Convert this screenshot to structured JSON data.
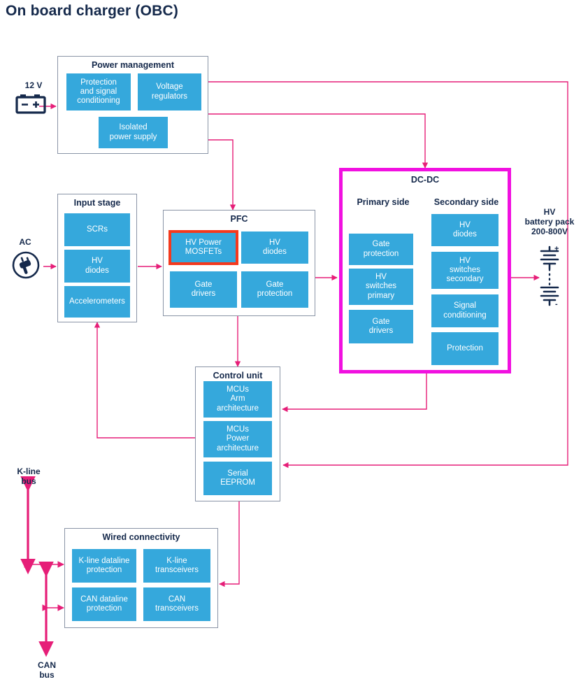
{
  "page": {
    "title": "On board charger (OBC)",
    "colors": {
      "block_fill": "#35a8dc",
      "group_border": "#8a94a6",
      "wire": "#e61e78",
      "dcdc_border": "#f110e0",
      "highlight": "#f4391d",
      "text_dark": "#15294b"
    }
  },
  "groups": {
    "power_management": {
      "title": "Power management",
      "blocks": [
        {
          "label": "Protection\nand signal\nconditioning"
        },
        {
          "label": "Voltage\nregulators"
        },
        {
          "label": "Isolated\npower supply"
        }
      ]
    },
    "input_stage": {
      "title": "Input stage",
      "blocks": [
        {
          "label": "SCRs"
        },
        {
          "label": "HV\ndiodes"
        },
        {
          "label": "Accelerometers"
        }
      ]
    },
    "pfc": {
      "title": "PFC",
      "blocks": [
        {
          "label": "HV Power\nMOSFETs",
          "highlighted": true
        },
        {
          "label": "HV\ndiodes"
        },
        {
          "label": "Gate\ndrivers"
        },
        {
          "label": "Gate\nprotection"
        }
      ]
    },
    "dcdc": {
      "title": "DC-DC",
      "primary_subtitle": "Primary side",
      "secondary_subtitle": "Secondary side",
      "primary_blocks": [
        {
          "label": "Gate\nprotection"
        },
        {
          "label": "HV\nswitches\nprimary"
        },
        {
          "label": "Gate\ndrivers"
        }
      ],
      "secondary_blocks": [
        {
          "label": "HV\ndiodes"
        },
        {
          "label": "HV\nswitches\nsecondary"
        },
        {
          "label": "Signal\nconditioning"
        },
        {
          "label": "Protection"
        }
      ]
    },
    "control_unit": {
      "title": "Control unit",
      "blocks": [
        {
          "label": "MCUs\nArm\narchitecture"
        },
        {
          "label": "MCUs\nPower\narchitecture"
        },
        {
          "label": "Serial\nEEPROM"
        }
      ]
    },
    "wired_connectivity": {
      "title": "Wired connectivity",
      "blocks": [
        {
          "label": "K-line dataline\nprotection"
        },
        {
          "label": "K-line\ntransceivers"
        },
        {
          "label": "CAN dataline\nprotection"
        },
        {
          "label": "CAN\ntransceivers"
        }
      ]
    }
  },
  "labels": {
    "supply_12v": "12 V",
    "ac": "AC",
    "hv_battery": "HV\nbattery pack\n200-800V",
    "kline_bus": "K-line\nbus",
    "can_bus": "CAN\nbus"
  },
  "icons": {
    "battery_12v": "battery-12v-icon",
    "ac_plug": "ac-plug-icon",
    "hv_battery_pack": "hv-battery-pack-icon"
  }
}
